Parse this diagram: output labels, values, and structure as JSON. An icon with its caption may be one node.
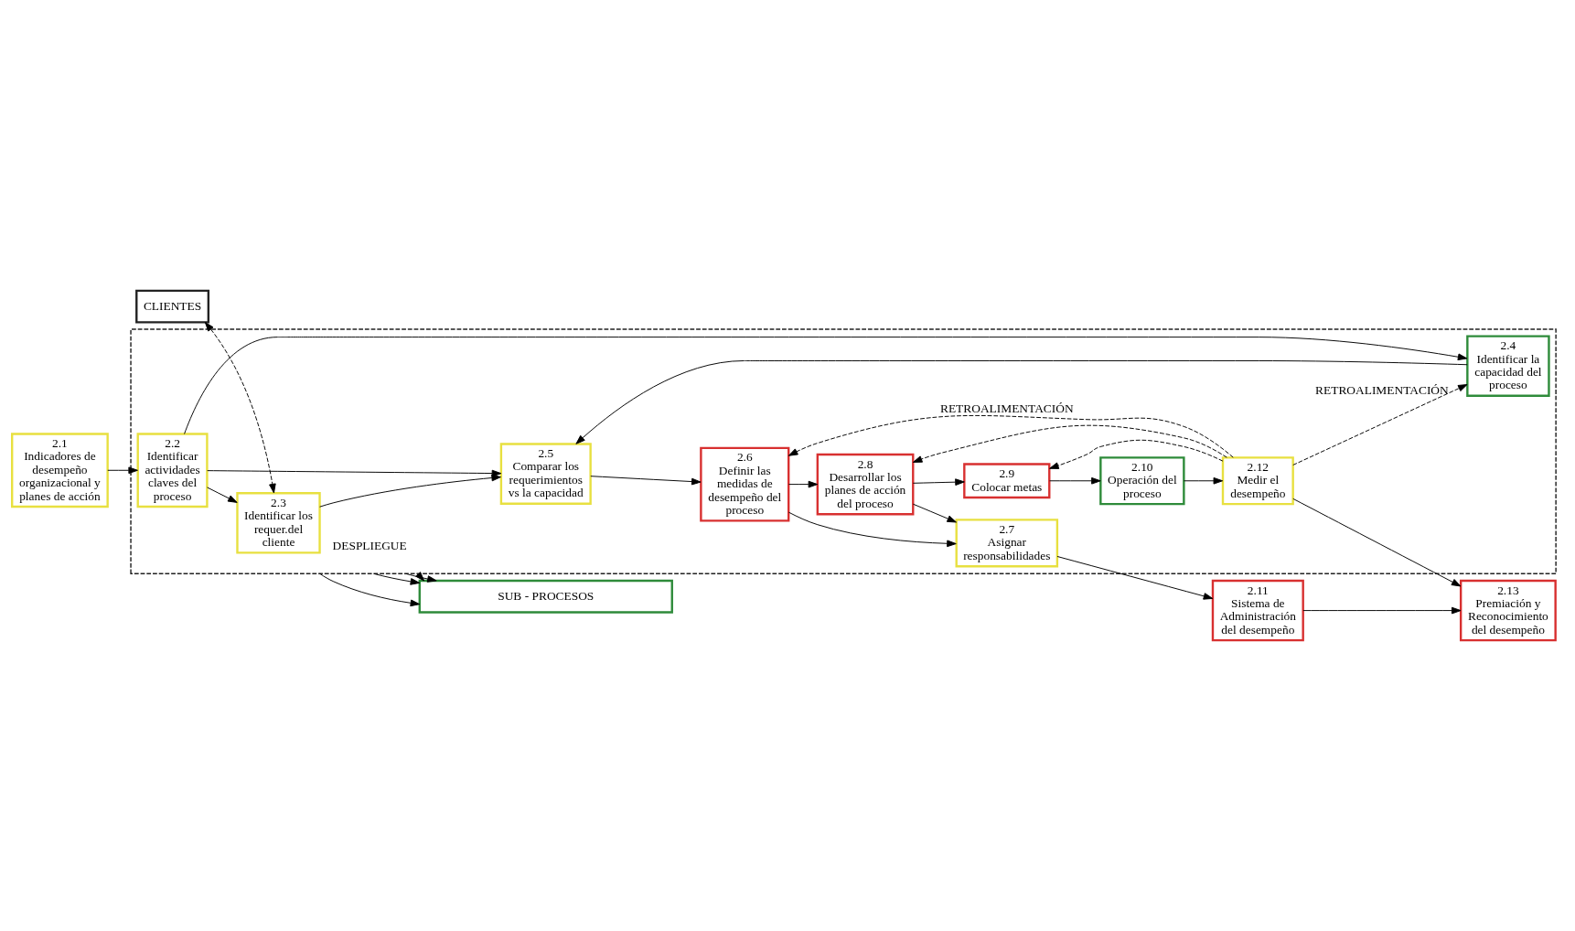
{
  "diagram": {
    "nodes": [
      {
        "text": [
          "CLIENTES"
        ]
      },
      {
        "text": [
          "2.11",
          "Sistema de Administración del desempeño"
        ]
      },
      {
        "text": [
          "2.13",
          "Premiación y Reconocimiento del desempeño"
        ]
      },
      {
        "text": [],
        "shape": "box"
      },
      {
        "text": [
          "2.3",
          "Identificar los requer.del cliente"
        ],
        "in": 3
      },
      {
        "text": [
          "2.7",
          "Asignar responsabilidades"
        ],
        "in": 3
      },
      {
        "text": [
          "2.1",
          "Indicadores de desempeño organizacional y planes de acción"
        ]
      },
      {
        "text": [
          "2.2",
          "Identificar actividades claves del proceso"
        ],
        "in": 3
      },
      {
        "text": [
          "2.5",
          "Comparar los requerimientos vs la capacidad"
        ],
        "in": 3
      },
      {
        "text": [
          "2.6",
          "Definir las medidas de desempeño del proceso"
        ],
        "in": 3
      },
      {
        "text": [
          "2.8",
          "Desarrollar los planes de acción del proceso"
        ],
        "in": 3
      },
      {
        "text": [
          "2.9",
          "Colocar metas"
        ],
        "in": 3
      },
      {
        "text": [
          "2.10",
          "Operación del proceso"
        ],
        "in": 3
      },
      {
        "text": [
          "2.12",
          "Medir el desempeño"
        ],
        "in": 3
      },
      {
        "text": [
          "2.4",
          "Identificar la capacidad del proceso"
        ],
        "in": 3
      },
      {
        "text": [
          "SUB - PROCESOS"
        ]
      }
    ],
    "edges": [
      {
        "from": 0,
        "to": 4,
        "arrow": "both",
        "style": "dashed"
      },
      {
        "from": 5,
        "to": 1,
        "arrow": "to"
      },
      {
        "from": 1,
        "to": 2,
        "arrow": "to"
      },
      {
        "from": 13,
        "to": 2,
        "arrow": "to"
      },
      {
        "from": 6,
        "to": 7,
        "arrow": "to"
      },
      {
        "from": 7,
        "to": 4,
        "arrow": "to"
      },
      {
        "from": 7,
        "to": 14,
        "arrow": "to"
      },
      {
        "from": 7,
        "to": 8,
        "arrow": "to"
      },
      {
        "from": 4,
        "to": 8,
        "arrow": "to"
      },
      {
        "from": 14,
        "to": 8,
        "arrow": "to"
      },
      {
        "from": 8,
        "to": 9,
        "arrow": "to"
      },
      {
        "from": 9,
        "to": 5,
        "arrow": "to"
      },
      {
        "from": 9,
        "to": 10,
        "arrow": "to"
      },
      {
        "from": 10,
        "to": 5,
        "arrow": "to"
      },
      {
        "from": 10,
        "to": 11,
        "arrow": "to"
      },
      {
        "from": 11,
        "to": 12,
        "arrow": "to"
      },
      {
        "from": 12,
        "to": 13,
        "arrow": "to"
      },
      {
        "from": 13,
        "to": 9,
        "arrow": "to",
        "style": "dashed",
        "label": "RETROALIMENTACIÓN"
      },
      {
        "from": 13,
        "to": 10,
        "arrow": "to",
        "style": "dashed"
      },
      {
        "from": 13,
        "to": 11,
        "arrow": "to",
        "style": "dashed"
      },
      {
        "from": 13,
        "to": 14,
        "arrow": "to",
        "style": "dashed",
        "label": "RETROALIMENTACIÓN"
      },
      {
        "from": 3,
        "to": 15,
        "arrow": "to"
      },
      {
        "from": 3,
        "to": 15,
        "arrow": "to",
        "label": "DESPLIEGUE"
      },
      {
        "from": 3,
        "to": 15,
        "arrow": "to"
      },
      {
        "from": 3,
        "to": 15,
        "arrow": "to"
      }
    ]
  }
}
